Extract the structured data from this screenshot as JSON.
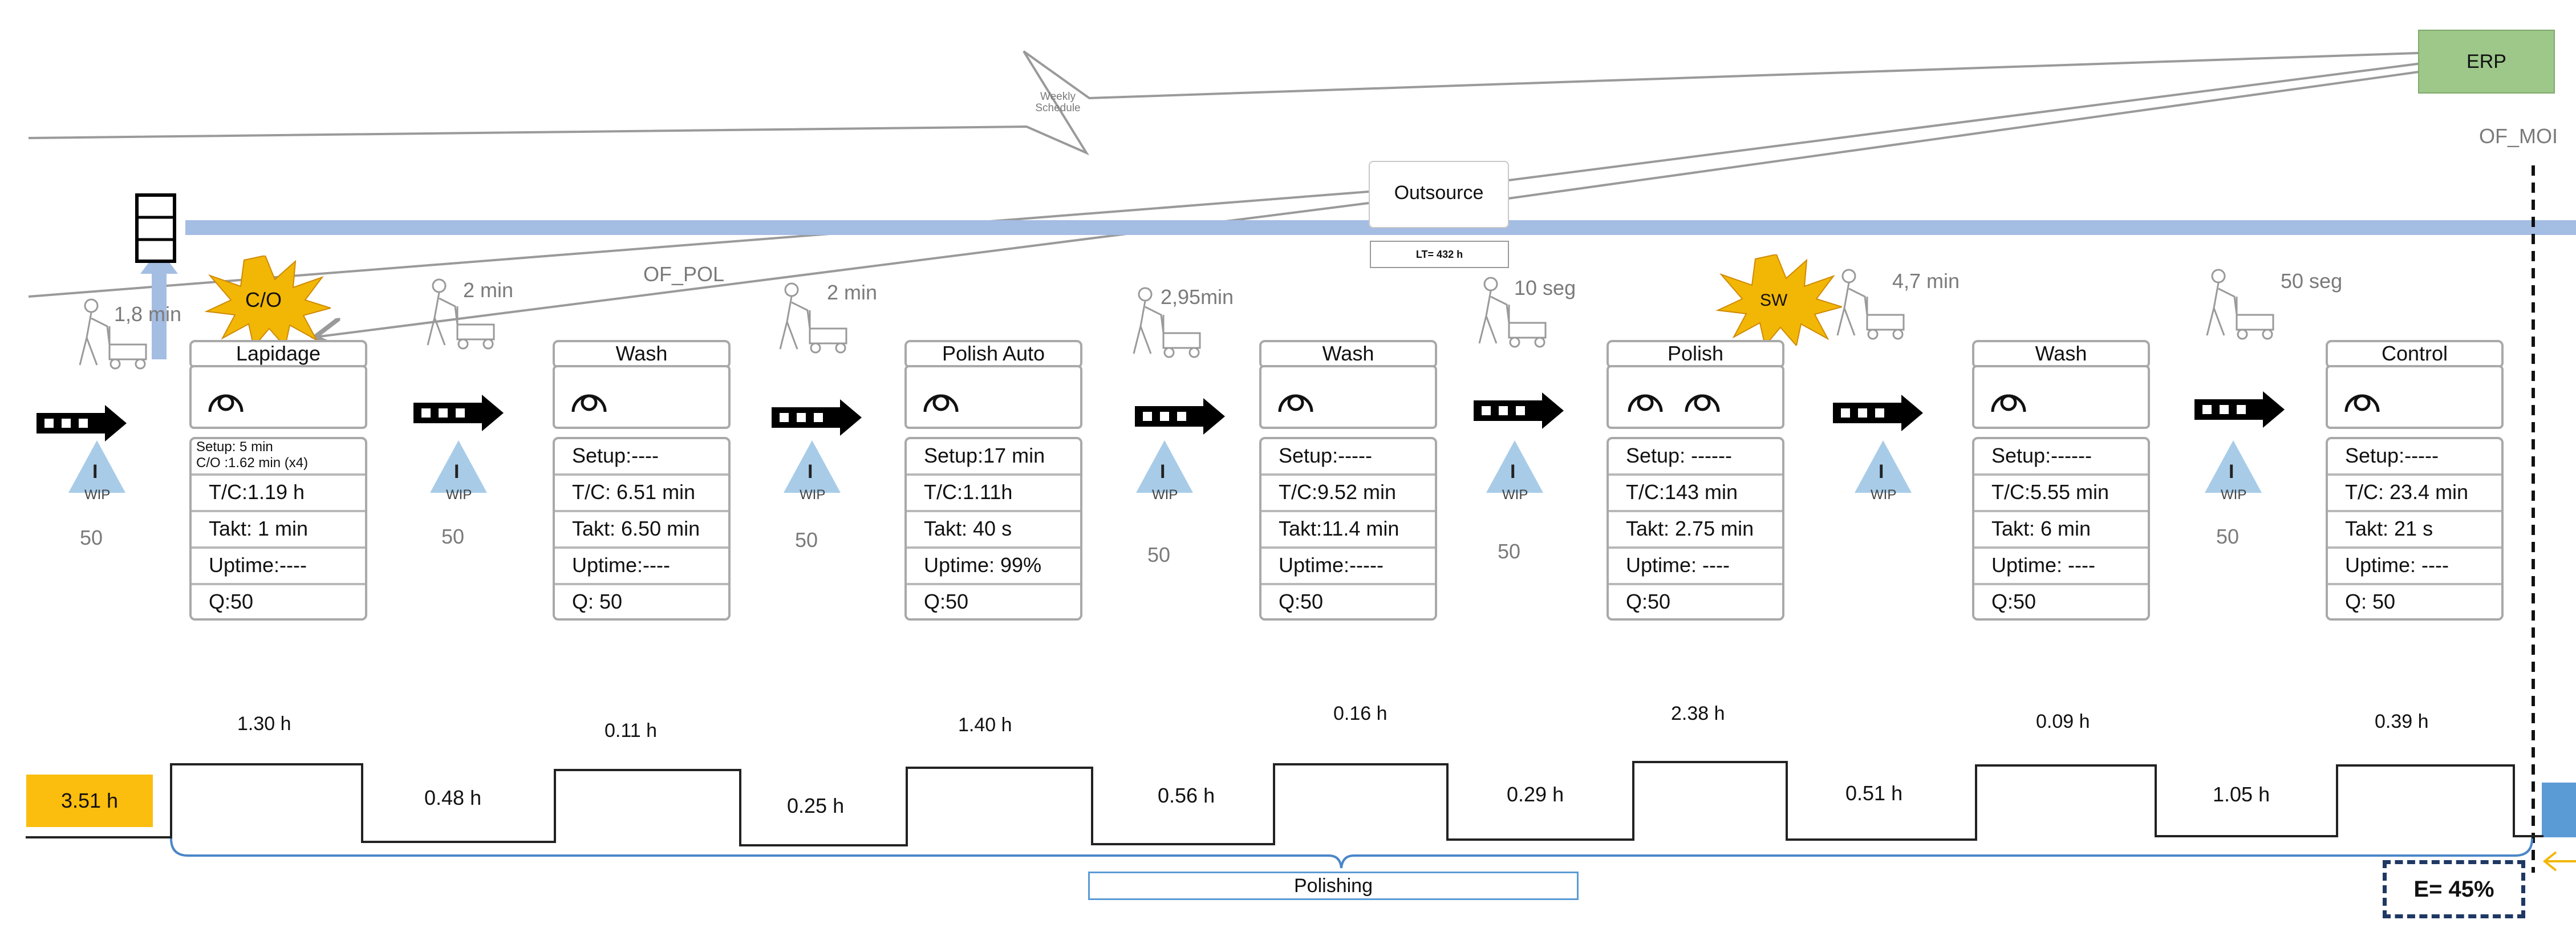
{
  "erp": {
    "label": "ERP",
    "of_label": "OF_MOI"
  },
  "weekly_schedule": "Weekly Schedule",
  "outsource": {
    "label": "Outsource",
    "lt_label": "LT= 432 h"
  },
  "of_pol": "OF_POL",
  "signals": {
    "changeover": "C/O",
    "sw": "SW"
  },
  "processes": [
    {
      "name": "Lapidage",
      "operators": 1,
      "rows": [
        "Setup: 5 min\nC/O :1.62 min (x4)",
        "T/C:1.19 h",
        "Takt: 1 min",
        "Uptime:----",
        "Q:50"
      ]
    },
    {
      "name": "Wash",
      "operators": 1,
      "rows": [
        "Setup:----",
        "T/C: 6.51 min",
        "Takt: 6.50 min",
        "Uptime:----",
        "Q: 50"
      ]
    },
    {
      "name": "Polish Auto",
      "operators": 1,
      "rows": [
        "Setup:17 min",
        "T/C:1.11h",
        "Takt: 40 s",
        "Uptime: 99%",
        "Q:50"
      ]
    },
    {
      "name": "Wash",
      "operators": 1,
      "rows": [
        "Setup:-----",
        "T/C:9.52 min",
        "Takt:11.4 min",
        "Uptime:-----",
        "Q:50"
      ]
    },
    {
      "name": "Polish",
      "operators": 2,
      "rows": [
        "Setup: ------",
        "T/C:143 min",
        "Takt: 2.75 min",
        "Uptime: ----",
        "Q:50"
      ]
    },
    {
      "name": "Wash",
      "operators": 1,
      "rows": [
        "Setup:------",
        "T/C:5.55 min",
        "Takt: 6 min",
        "Uptime: ----",
        "Q:50"
      ]
    },
    {
      "name": "Control",
      "operators": 1,
      "rows": [
        "Setup:-----",
        "T/C: 23.4 min",
        "Takt: 21 s",
        "Uptime: ----",
        "Q: 50"
      ]
    }
  ],
  "transports": [
    "1,8 min",
    "2 min",
    "2 min",
    "2,95min",
    "10 seg",
    "4,7 min",
    "50 seg"
  ],
  "inventories": [
    {
      "label": "I",
      "sub": "WIP",
      "qty": "50"
    },
    {
      "label": "I",
      "sub": "WIP",
      "qty": "50"
    },
    {
      "label": "I",
      "sub": "WIP",
      "qty": "50"
    },
    {
      "label": "I",
      "sub": "WIP",
      "qty": "50"
    },
    {
      "label": "I",
      "sub": "WIP",
      "qty": "50"
    },
    {
      "label": "I",
      "sub": "WIP",
      "qty": ""
    },
    {
      "label": "I",
      "sub": "WIP",
      "qty": "50"
    }
  ],
  "timeline": {
    "start_box": "3.51 h",
    "process_times": [
      "1.30 h",
      "0.11 h",
      "1.40 h",
      "0.16 h",
      "2.38 h",
      "0.09 h",
      "0.39 h"
    ],
    "wait_times": [
      "0.48 h",
      "0.25 h",
      "0.56 h",
      "0.29 h",
      "0.51 h",
      "1.05 h"
    ],
    "bracket_label": "Polishing",
    "efficiency": "E= 45%"
  },
  "colors": {
    "erp_fill": "#9dc88a",
    "bar_blue": "#a4bde3",
    "burst": "#f2b705",
    "start_box": "#fbbd0e",
    "triangle": "#a8cce8",
    "accent_blue": "#5b9bd5",
    "dash_box": "#1f3864"
  }
}
